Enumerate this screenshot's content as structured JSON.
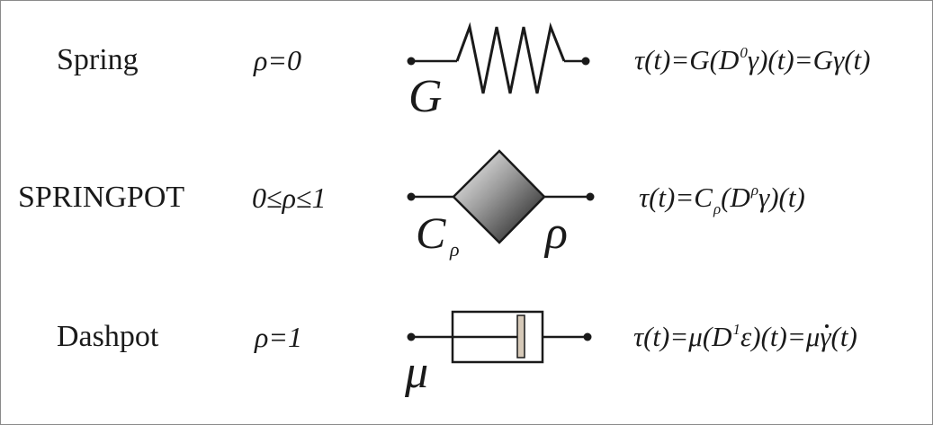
{
  "elements": [
    {
      "id": "spring",
      "name": "Spring",
      "param": "ρ=0",
      "symbol_label": "G",
      "formula": {
        "lhs": "τ(t)=G(D",
        "sup": "0",
        "rest": "γ)(t)=Gγ(t)"
      }
    },
    {
      "id": "springpot",
      "name": "SPRINGPOT",
      "param": "0≤ρ≤1",
      "symbol_label_main": "C",
      "symbol_label_sub": "ρ",
      "symbol_label_right": "ρ",
      "formula": {
        "lhs": "τ(t)=C",
        "sub": "ρ",
        "mid": "(D",
        "sup": "ρ",
        "rest": "γ)(t)"
      }
    },
    {
      "id": "dashpot",
      "name": "Dashpot",
      "param": "ρ=1",
      "symbol_label": "μ",
      "formula": {
        "lhs": "τ(t)=μ(D",
        "sup": "1",
        "mid": "ε)(t)=μ",
        "dotted": "γ",
        "rest": "(t)"
      }
    }
  ],
  "colors": {
    "stroke": "#1a1a1a",
    "frame": "#8a8a8a",
    "dashpot_piston": "#d6c9b8",
    "gradient_light": "#ffffff",
    "gradient_dark": "#1a1a1a"
  }
}
